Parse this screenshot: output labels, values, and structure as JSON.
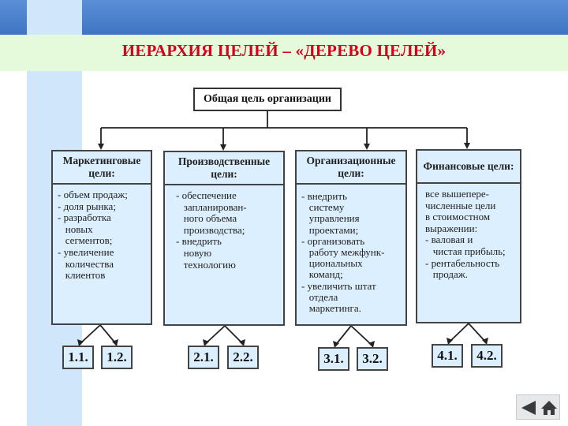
{
  "title": "ИЕРАРХИЯ ЦЕЛЕЙ – «ДЕРЕВО ЦЕЛЕЙ»",
  "root": "Общая цель организации",
  "branches": [
    {
      "head": "Маркетинговые цели:",
      "body": "- объем продаж;\n- доля рынка;\n- разработка\n   новых\n   сегментов;\n- увеличение\n   количества\n   клиентов",
      "leaves": [
        "1.1.",
        "1.2."
      ]
    },
    {
      "head": "Производственные цели:",
      "body": "- обеспечение\n   запланирован-\n   ного объема\n   производства;\n- внедрить\n   новую\n   технологию",
      "leaves": [
        "2.1.",
        "2.2."
      ]
    },
    {
      "head": "Организационные цели:",
      "body": "- внедрить\n   систему\n   управления\n   проектами;\n- организовать\n   работу межфунк-\n   циональных\n   команд;\n- увеличить штат\n   отдела\n   маркетинга.",
      "leaves": [
        "3.1.",
        "3.2."
      ]
    },
    {
      "head": "Финансовые цели:",
      "body": "все вышепере-\nчисленные цели\nв стоимостном\nвыражении:\n- валовая и\n   чистая прибыль;\n- рентабельность\n   продаж.",
      "leaves": [
        "4.1.",
        "4.2."
      ]
    }
  ],
  "nav": {
    "back_icon": "arrow-left-icon",
    "home_icon": "home-icon"
  },
  "colors": {
    "title": "#d6001c",
    "box_fill": "#dcefff",
    "band": "#e4fadb",
    "top": "#3f74c4"
  }
}
